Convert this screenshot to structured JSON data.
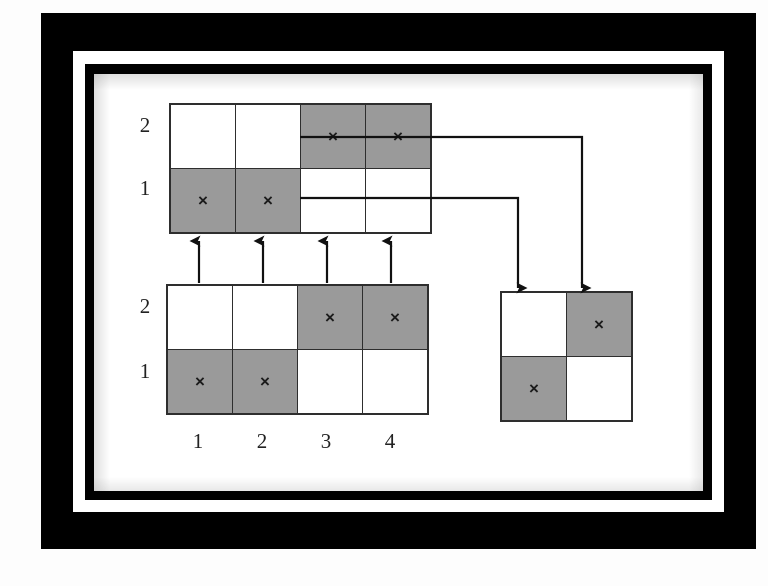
{
  "figure": {
    "title": "Matrix column-shift / extraction diagram",
    "background_color": "#fdfdfd",
    "frame_color": "#000000",
    "canvas_color": "#ffffff",
    "filled_cell_color": "#9a9a9a",
    "empty_cell_color": "#ffffff",
    "grid_line_color": "#2e2e2e",
    "mark_glyph": "×"
  },
  "grids": {
    "top_matrix": {
      "name": "top-matrix",
      "rows": 2,
      "cols": 4,
      "row_labels": [
        "2",
        "1"
      ],
      "col_labels": [],
      "cells": [
        [
          {
            "filled": false,
            "mark": ""
          },
          {
            "filled": false,
            "mark": ""
          },
          {
            "filled": true,
            "mark": "×"
          },
          {
            "filled": true,
            "mark": "×"
          }
        ],
        [
          {
            "filled": true,
            "mark": "×"
          },
          {
            "filled": true,
            "mark": "×"
          },
          {
            "filled": false,
            "mark": ""
          },
          {
            "filled": false,
            "mark": ""
          }
        ]
      ]
    },
    "bottom_matrix": {
      "name": "bottom-matrix",
      "rows": 2,
      "cols": 4,
      "row_labels": [
        "2",
        "1"
      ],
      "col_labels": [
        "1",
        "2",
        "3",
        "4"
      ],
      "cells": [
        [
          {
            "filled": false,
            "mark": ""
          },
          {
            "filled": false,
            "mark": ""
          },
          {
            "filled": true,
            "mark": "×"
          },
          {
            "filled": true,
            "mark": "×"
          }
        ],
        [
          {
            "filled": true,
            "mark": "×"
          },
          {
            "filled": true,
            "mark": "×"
          },
          {
            "filled": false,
            "mark": ""
          },
          {
            "filled": false,
            "mark": ""
          }
        ]
      ]
    },
    "result_matrix": {
      "name": "result-matrix",
      "rows": 2,
      "cols": 2,
      "row_labels": [],
      "col_labels": [],
      "cells": [
        [
          {
            "filled": false,
            "mark": ""
          },
          {
            "filled": true,
            "mark": "×"
          }
        ],
        [
          {
            "filled": true,
            "mark": "×"
          },
          {
            "filled": false,
            "mark": ""
          }
        ]
      ]
    }
  },
  "connectors": {
    "up_arrows": [
      {
        "name": "up-arrow-col-1",
        "column": "1"
      },
      {
        "name": "up-arrow-col-2",
        "column": "2"
      },
      {
        "name": "up-arrow-col-3",
        "column": "3"
      },
      {
        "name": "up-arrow-col-4",
        "column": "4"
      }
    ],
    "elbow_arrows": [
      {
        "name": "elbow-row-2-to-result-col-2",
        "from_row": "2",
        "to_column": "2"
      },
      {
        "name": "elbow-row-1-to-result-col-1",
        "from_row": "1",
        "to_column": "1"
      }
    ]
  }
}
